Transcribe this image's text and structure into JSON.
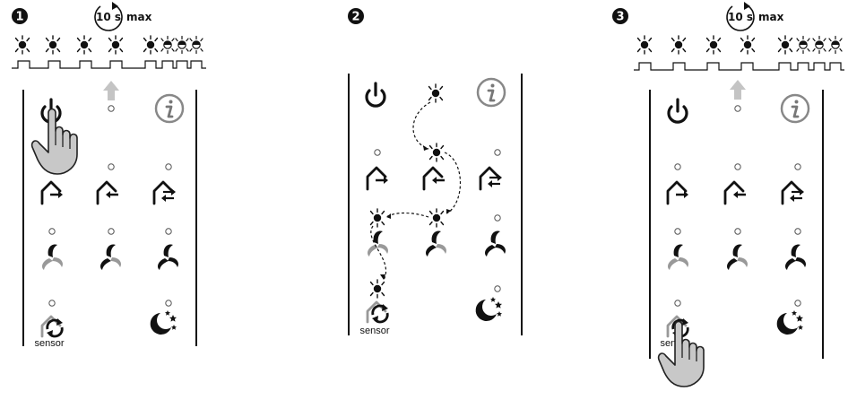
{
  "steps": [
    {
      "number": "1",
      "timer_label": "10 s",
      "max_label": "max",
      "sensor_label": "sensor"
    },
    {
      "number": "2",
      "sensor_label": "sensor"
    },
    {
      "number": "3",
      "timer_label": "10 s",
      "max_label": "max",
      "sensor_label": "sensor"
    }
  ],
  "colors": {
    "ink": "#111111",
    "grey": "#999999",
    "hand": "#c8c8c8",
    "arrow": "#c4c4c4"
  }
}
